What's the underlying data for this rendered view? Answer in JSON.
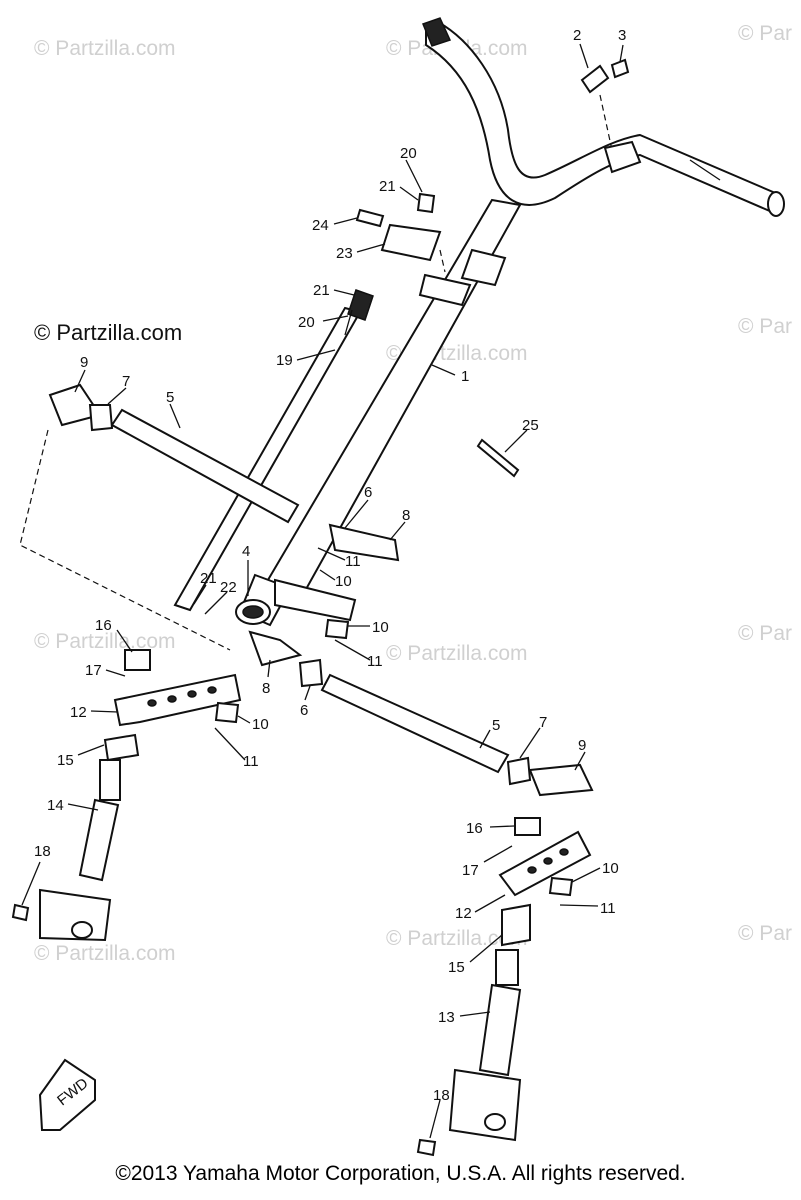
{
  "watermark_main": "© Partzilla.com",
  "watermark_faint": [
    "© Partzilla.com",
    "© Partzilla.com",
    "© Par",
    "© Partzilla.com",
    "© Par",
    "© Partzilla.com",
    "© Partzilla.com",
    "© Par",
    "© Partzilla.com",
    "© Partzilla.com",
    "© Par"
  ],
  "copyright": "©2013 Yamaha Motor Corporation, U.S.A. All rights reserved.",
  "fwd_mark": "FWD",
  "callouts": [
    "1",
    "2",
    "3",
    "4",
    "5",
    "5",
    "6",
    "6",
    "7",
    "7",
    "8",
    "8",
    "9",
    "9",
    "10",
    "10",
    "10",
    "10",
    "11",
    "11",
    "11",
    "11",
    "12",
    "12",
    "13",
    "14",
    "15",
    "15",
    "16",
    "16",
    "17",
    "17",
    "18",
    "18",
    "19",
    "20",
    "20",
    "21",
    "21",
    "21",
    "22",
    "23",
    "24",
    "25"
  ]
}
